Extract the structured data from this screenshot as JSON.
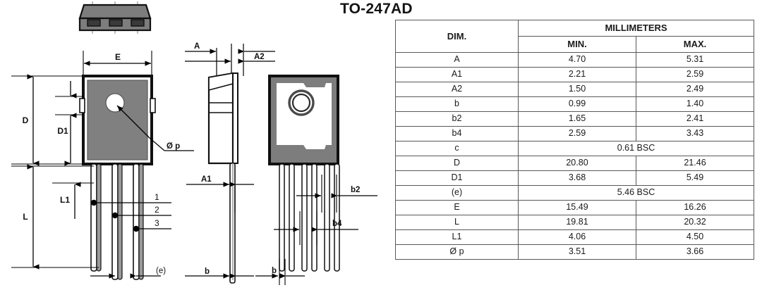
{
  "title": "TO-247AD",
  "table": {
    "dim_header": "DIM.",
    "units_header": "MILLIMETERS",
    "min_header": "MIN.",
    "max_header": "MAX.",
    "rows": [
      {
        "dim": "A",
        "min": "4.70",
        "max": "5.31",
        "merged": false
      },
      {
        "dim": "A1",
        "min": "2.21",
        "max": "2.59",
        "merged": false
      },
      {
        "dim": "A2",
        "min": "1.50",
        "max": "2.49",
        "merged": false
      },
      {
        "dim": "b",
        "min": "0.99",
        "max": "1.40",
        "merged": false
      },
      {
        "dim": "b2",
        "min": "1.65",
        "max": "2.41",
        "merged": false
      },
      {
        "dim": "b4",
        "min": "2.59",
        "max": "3.43",
        "merged": false
      },
      {
        "dim": "c",
        "value": "0.61 BSC",
        "merged": true
      },
      {
        "dim": "D",
        "min": "20.80",
        "max": "21.46",
        "merged": false
      },
      {
        "dim": "D1",
        "min": "3.68",
        "max": "5.49",
        "merged": false
      },
      {
        "dim": "(e)",
        "value": "5.46 BSC",
        "merged": true
      },
      {
        "dim": "E",
        "min": "15.49",
        "max": "16.26",
        "merged": false
      },
      {
        "dim": "L",
        "min": "19.81",
        "max": "20.32",
        "merged": false
      },
      {
        "dim": "L1",
        "min": "4.06",
        "max": "4.50",
        "merged": false
      },
      {
        "dim": "Ø p",
        "min": "3.51",
        "max": "3.66",
        "merged": false
      }
    ]
  },
  "drawing": {
    "labels": {
      "E": "E",
      "D": "D",
      "D1": "D1",
      "L": "L",
      "L1": "L1",
      "e": "(e)",
      "phi_p": "Ø p",
      "A": "A",
      "A1": "A1",
      "A2": "A2",
      "b": "b",
      "b2": "b2",
      "b4": "b4",
      "pin1": "1",
      "pin2": "2",
      "pin3": "3"
    },
    "colors": {
      "body_gray": "#808080",
      "body_outline": "#111111",
      "lead_gray": "#9a9a9a",
      "line": "#000000",
      "top_view_gray": "#7d7d7d",
      "top_view_slot": "#3a3a3a"
    }
  }
}
